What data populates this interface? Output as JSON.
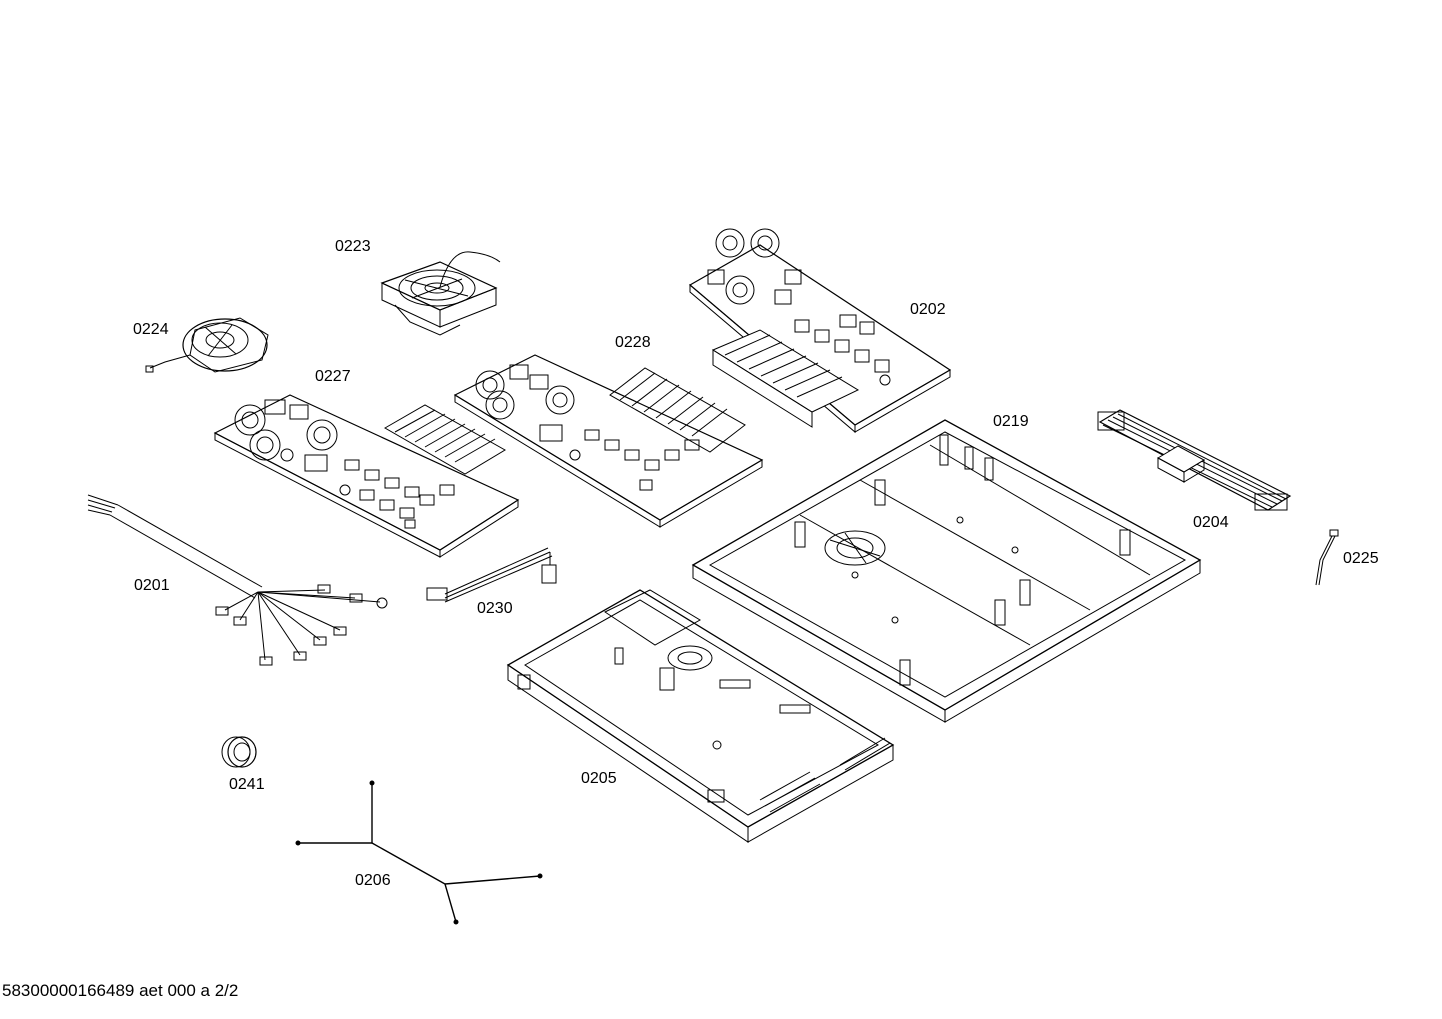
{
  "labels": {
    "p0201": "0201",
    "p0202": "0202",
    "p0204": "0204",
    "p0205": "0205",
    "p0206": "0206",
    "p0219": "0219",
    "p0223": "0223",
    "p0224": "0224",
    "p0225": "0225",
    "p0227": "0227",
    "p0228": "0228",
    "p0230": "0230",
    "p0241": "0241"
  },
  "footer": {
    "doc_ref": "58300000166489 aet 000 a 2/2"
  }
}
